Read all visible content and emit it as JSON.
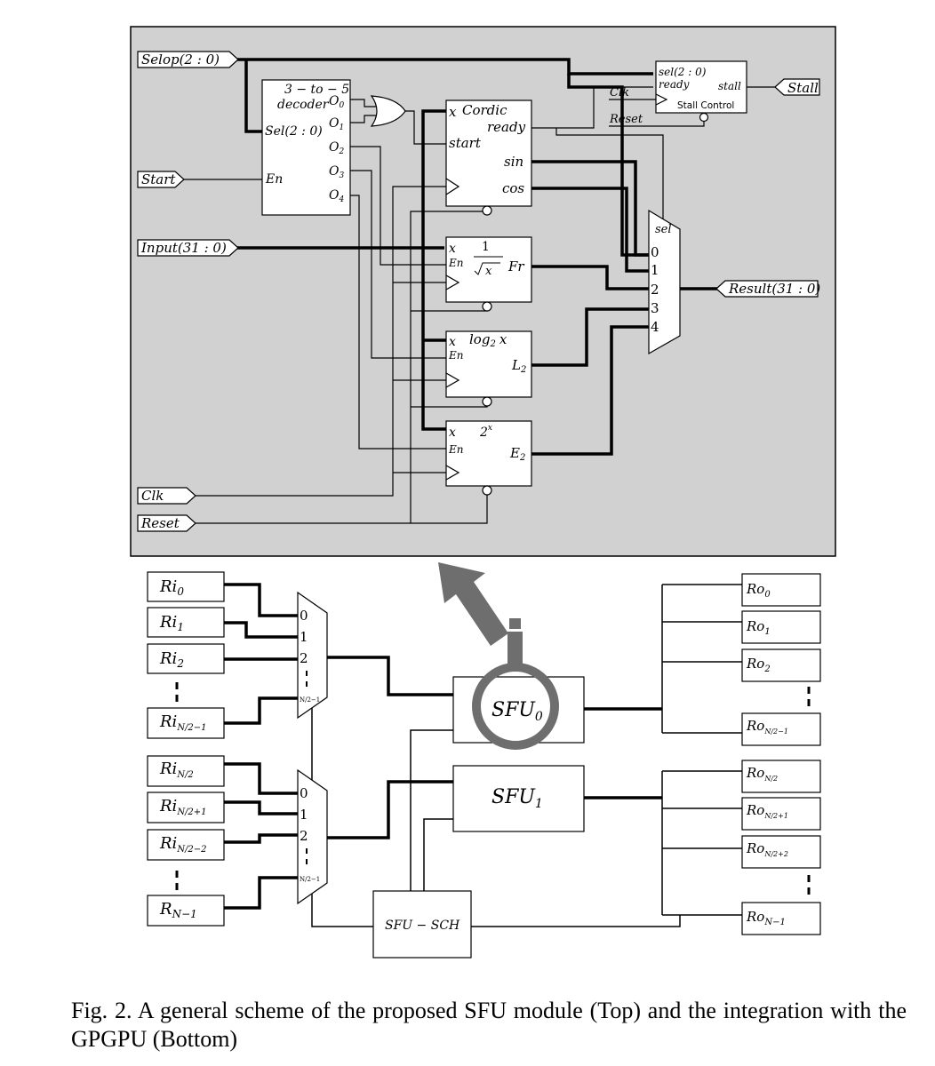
{
  "top": {
    "ports": {
      "selop": "Selop(2 : 0)",
      "start": "Start",
      "input": "Input(31 : 0)",
      "clk": "Clk",
      "reset": "Reset",
      "stall": "Stall",
      "result": "Result(31 : 0)"
    },
    "decoder": {
      "title1": "3 − to − 5",
      "title2": "decoder",
      "sel": "Sel(2 : 0)",
      "en": "En",
      "o0": "O",
      "o1": "O",
      "o2": "O",
      "o3": "O",
      "o4": "O",
      "s0": "0",
      "s1": "1",
      "s2": "2",
      "s3": "3",
      "s4": "4"
    },
    "cordic": {
      "x": "x",
      "title": "Cordic",
      "ready": "ready",
      "start": "start",
      "sin": "sin",
      "cos": "cos"
    },
    "rsqrt": {
      "x": "x",
      "en": "En",
      "one": "1",
      "radicand": "x",
      "out": "Fr"
    },
    "log": {
      "x": "x",
      "en": "En",
      "func": "log",
      "sub": "2",
      "arg": "x",
      "out": "L",
      "out_sub": "2"
    },
    "exp": {
      "x": "x",
      "en": "En",
      "base": "2",
      "exp": "x",
      "out": "E",
      "out_sub": "2"
    },
    "stall_ctrl": {
      "sel": "sel(2 : 0)",
      "ready": "ready",
      "stall": "stall",
      "name": "Stall Control",
      "clk": "Clk",
      "reset": "Reset"
    },
    "mux": {
      "sel": "sel",
      "i0": "0",
      "i1": "1",
      "i2": "2",
      "i3": "3",
      "i4": "4"
    }
  },
  "bottom": {
    "ri": [
      {
        "base": "Ri",
        "sub": "0"
      },
      {
        "base": "Ri",
        "sub": "1"
      },
      {
        "base": "Ri",
        "sub": "2"
      },
      {
        "base": "Ri",
        "sub": "N/2−1"
      },
      {
        "base": "Ri",
        "sub": "N/2"
      },
      {
        "base": "Ri",
        "sub": "N/2+1"
      },
      {
        "base": "Ri",
        "sub": "N/2−2"
      },
      {
        "base": "R",
        "sub": "N−1"
      }
    ],
    "ro": [
      {
        "base": "Ro",
        "sub": "0"
      },
      {
        "base": "Ro",
        "sub": "1"
      },
      {
        "base": "Ro",
        "sub": "2"
      },
      {
        "base": "Ro",
        "sub": "N/2−1"
      },
      {
        "base": "Ro",
        "sub": "N/2"
      },
      {
        "base": "Ro",
        "sub": "N/2+1"
      },
      {
        "base": "Ro",
        "sub": "N/2+2"
      },
      {
        "base": "Ro",
        "sub": "N−1"
      }
    ],
    "mux_top": {
      "i0": "0",
      "i1": "1",
      "i2": "2",
      "in": "N/2−1"
    },
    "mux_bot": {
      "i0": "0",
      "i1": "1",
      "i2": "2",
      "in": "N/2−1"
    },
    "sfu0": {
      "base": "SFU",
      "sub": "0"
    },
    "sfu1": {
      "base": "SFU",
      "sub": "1"
    },
    "sch": "SFU − SCH"
  },
  "caption": "Fig. 2.  A general scheme of the proposed SFU module (Top) and the integration with the GPGPU (Bottom)"
}
